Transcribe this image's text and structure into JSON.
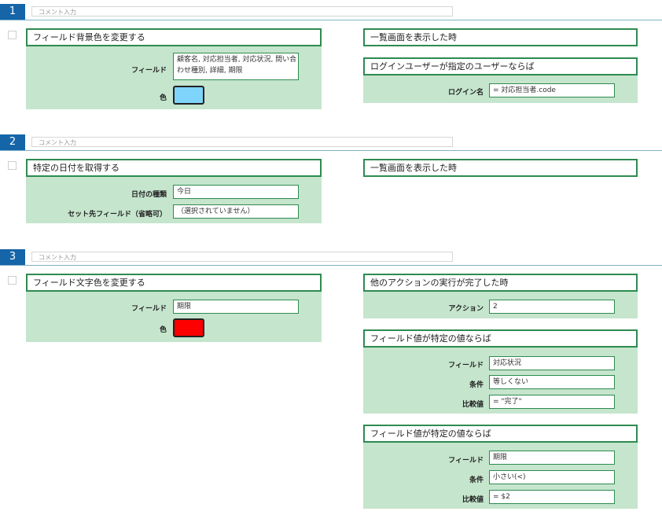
{
  "comment_placeholder": "コメント入力",
  "colors": {
    "accent": "#1565a8",
    "panel": "#c5e5cd",
    "border": "#2e8b4f",
    "swatch_blue": "#7fd4fb",
    "swatch_red": "#ff0000"
  },
  "rules": [
    {
      "number": "1",
      "action_title": "フィールド背景色を変更する",
      "action_fields": {
        "field_label": "フィールド",
        "field_value": "顧客名, 対応担当者, 対応状況, 問い合わせ種別, 詳細, 期限",
        "color_label": "色"
      },
      "trigger_title": "一覧画面を表示した時",
      "condition_title": "ログインユーザーが指定のユーザーならば",
      "condition_fields": {
        "login_label": "ログイン名",
        "login_value": "= 対応担当者.code"
      }
    },
    {
      "number": "2",
      "action_title": "特定の日付を取得する",
      "action_fields": {
        "date_type_label": "日付の種類",
        "date_type_value": "今日",
        "target_label": "セット先フィールド（省略可）",
        "target_value": "（選択されていません）"
      },
      "trigger_title": "一覧画面を表示した時"
    },
    {
      "number": "3",
      "action_title": "フィールド文字色を変更する",
      "action_fields": {
        "field_label": "フィールド",
        "field_value": "期限",
        "color_label": "色"
      },
      "trigger_title": "他のアクションの実行が完了した時",
      "trigger_fields": {
        "action_label": "アクション",
        "action_value": "2"
      },
      "conditions": [
        {
          "title": "フィールド値が特定の値ならば",
          "field_label": "フィールド",
          "field_value": "対応状況",
          "cond_label": "条件",
          "cond_value": "等しくない",
          "cmp_label": "比較値",
          "cmp_value": "= \"完了\""
        },
        {
          "title": "フィールド値が特定の値ならば",
          "field_label": "フィールド",
          "field_value": "期限",
          "cond_label": "条件",
          "cond_value": "小さい(<)",
          "cmp_label": "比較値",
          "cmp_value": "= $2"
        }
      ]
    }
  ]
}
